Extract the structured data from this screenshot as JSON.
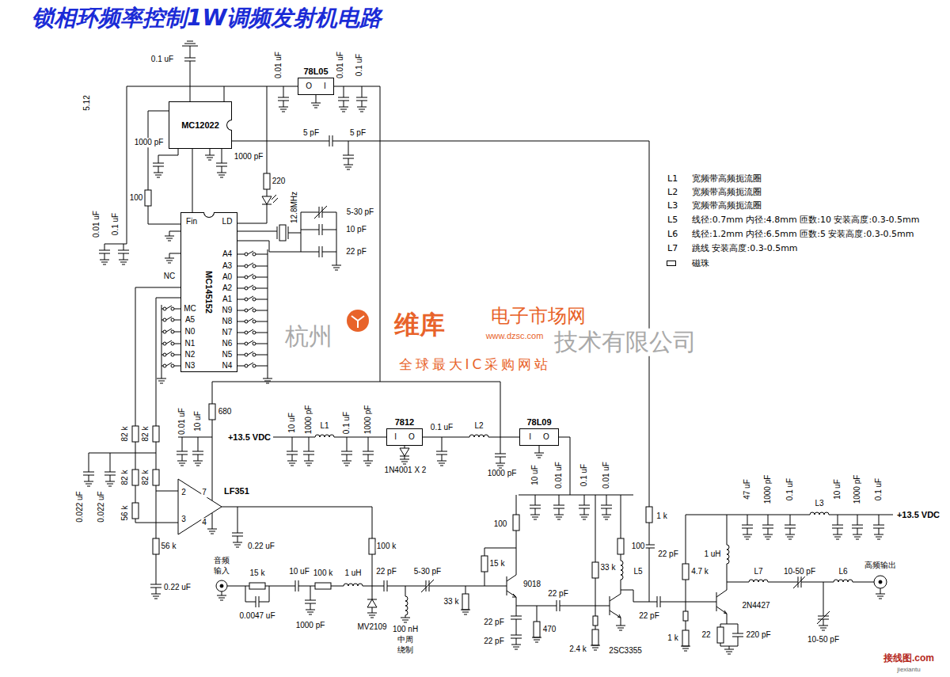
{
  "diagram": {
    "title": "锁相环频率控制1W调频发射机电路",
    "nodes": [
      {
        "text": [
          "MC12022"
        ]
      },
      {
        "text": [
          "MC145152"
        ]
      },
      {
        "text": [
          "78L05",
          "O I"
        ]
      },
      {
        "text": [
          "LF351"
        ]
      },
      {
        "text": [
          "7812",
          "I O"
        ]
      },
      {
        "text": [
          "78L09",
          "I O"
        ]
      }
    ],
    "edges": [
      {
        "from": 0,
        "to": 1,
        "arrow": "none"
      },
      {
        "from": 2,
        "to": 0,
        "arrow": "none"
      }
    ],
    "labels": [
      "0.1 uF",
      "0.01 uF",
      "0.01 uF",
      "0.1 uF",
      "1000 pF",
      "1000 pF",
      "5 pF",
      "5 pF",
      "5.12",
      "220",
      "12.8MHz",
      "5-30 pF",
      "10 pF",
      "22 pF",
      "0.01 uF",
      "0.1 uF",
      "100",
      "Fin",
      "LD",
      "A4",
      "A3",
      "A0",
      "A2",
      "A1",
      "N9",
      "N8",
      "N7",
      "N6",
      "N5",
      "N4",
      "NC",
      "MC",
      "A5",
      "N0",
      "N1",
      "N2",
      "N3",
      "L1",
      "宽频带高频扼流圈",
      "L2",
      "宽频带高频扼流圈",
      "L3",
      "宽频带高频扼流圈",
      "L5",
      "线径:0.7mm 内径:4.8mm 匝数:10 安装高度:0.3-0.5mm",
      "L6",
      "线径:1.2mm 内径:6.5mm 匝数:5 安装高度:0.3-0.5mm",
      "L7",
      "跳线 安装高度:0.3-0.5mm",
      "杭州",
      "维库",
      "电子市场网",
      "技术有限公司",
      "www.dzsc.com",
      "全球最大IC采购网站",
      "680",
      "0.01 uF",
      "10 uF",
      "+13.5 VDC",
      "10 uF",
      "1000 pF",
      "L1",
      "0.1 uF",
      "1000 pF",
      "1N4001 X 2",
      "0.1 uF",
      "L2",
      "1000 pF",
      "82 k",
      "82 k",
      "82 k",
      "82 k",
      "56 k",
      "0.022 uF",
      "0.022 uF",
      "56 k",
      "0.22 uF",
      "2",
      "3",
      "7",
      "4",
      "0.22 uF",
      "100 k",
      "音频",
      "输入",
      "15 k",
      "0.0047 uF",
      "10 uF",
      "100 k",
      "1 uH",
      "1000 pF",
      "MV2109",
      "22 pF",
      "5-30 pF",
      "100 nH",
      "中周",
      "绕制",
      "33 k",
      "100",
      "15 k",
      "9018",
      "22 pF",
      "22 pF",
      "470",
      "22 pF",
      "33 k",
      "2.4 k",
      "2SC3355",
      "10 uF",
      "0.01 uF",
      "0.1 uF",
      "0.01 uF",
      "100",
      "L5",
      "1 k",
      "22 pF",
      "22 pF",
      "47 uF",
      "1000 pF",
      "0.1 uF",
      "L3",
      "10 uF",
      "1000 pF",
      "0.1 uF",
      "+13.5 VDC",
      "4.7 k",
      "1 uH",
      "1 k",
      "22",
      "220 pF",
      "2N4427",
      "L7",
      "10-50 pF",
      "L6",
      "高频输出",
      "10-50 pF",
      "接线图.com",
      "jiexiantu"
    ],
    "legend": [
      {
        "text": "磁珠"
      }
    ]
  }
}
